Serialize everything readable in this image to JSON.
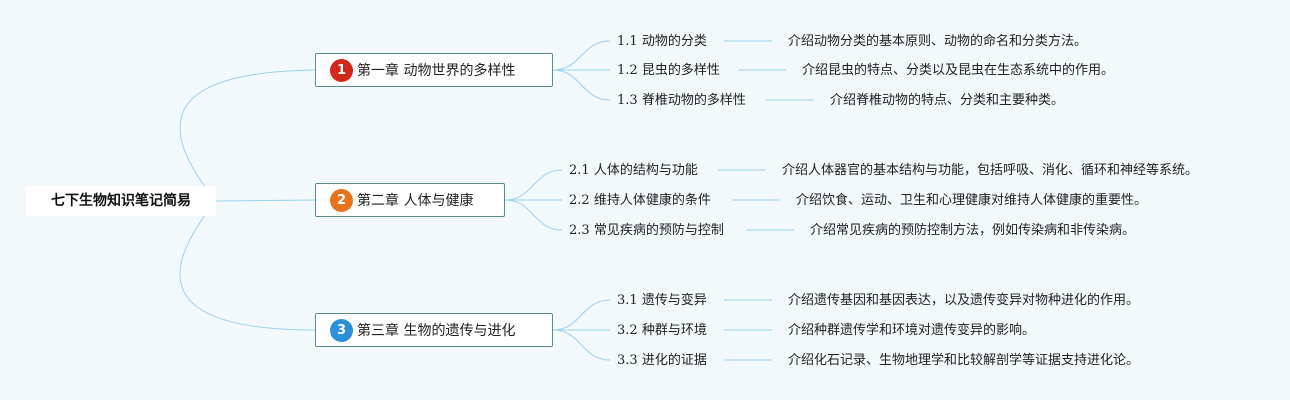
{
  "root": {
    "title": "七下生物知识笔记简易"
  },
  "chapters": [
    {
      "number": "1",
      "title": "第一章 动物世界的多样性",
      "badge_color": "#d0281a",
      "topics": [
        {
          "num": "1.1",
          "title": "动物的分类",
          "desc": "介绍动物分类的基本原则、动物的命名和分类方法。"
        },
        {
          "num": "1.2",
          "title": "昆虫的多样性",
          "desc": "介绍昆虫的特点、分类以及昆虫在生态系统中的作用。"
        },
        {
          "num": "1.3",
          "title": "脊椎动物的多样性",
          "desc": "介绍脊椎动物的特点、分类和主要种类。"
        }
      ]
    },
    {
      "number": "2",
      "title": "第二章 人体与健康",
      "badge_color": "#e8731e",
      "topics": [
        {
          "num": "2.1",
          "title": "人体的结构与功能",
          "desc": "介绍人体器官的基本结构与功能，包括呼吸、消化、循环和神经等系统。"
        },
        {
          "num": "2.2",
          "title": "维持人体健康的条件",
          "desc": "介绍饮食、运动、卫生和心理健康对维持人体健康的重要性。"
        },
        {
          "num": "2.3",
          "title": "常见疾病的预防与控制",
          "desc": "介绍常见疾病的预防控制方法，例如传染病和非传染病。"
        }
      ]
    },
    {
      "number": "3",
      "title": "第三章 生物的遗传与进化",
      "badge_color": "#2d8fd8",
      "topics": [
        {
          "num": "3.1",
          "title": "遗传与变异",
          "desc": "介绍遗传基因和基因表达，以及遗传变异对物种进化的作用。"
        },
        {
          "num": "3.2",
          "title": "种群与环境",
          "desc": "介绍种群遗传学和环境对遗传变异的影响。"
        },
        {
          "num": "3.3",
          "title": "进化的证据",
          "desc": "介绍化石记录、生物地理学和比较解剖学等证据支持进化论。"
        }
      ]
    }
  ],
  "colors": {
    "background": "#f3f9fb",
    "connector": "#9fd3ec",
    "chapter_border": "#5a8a84"
  }
}
